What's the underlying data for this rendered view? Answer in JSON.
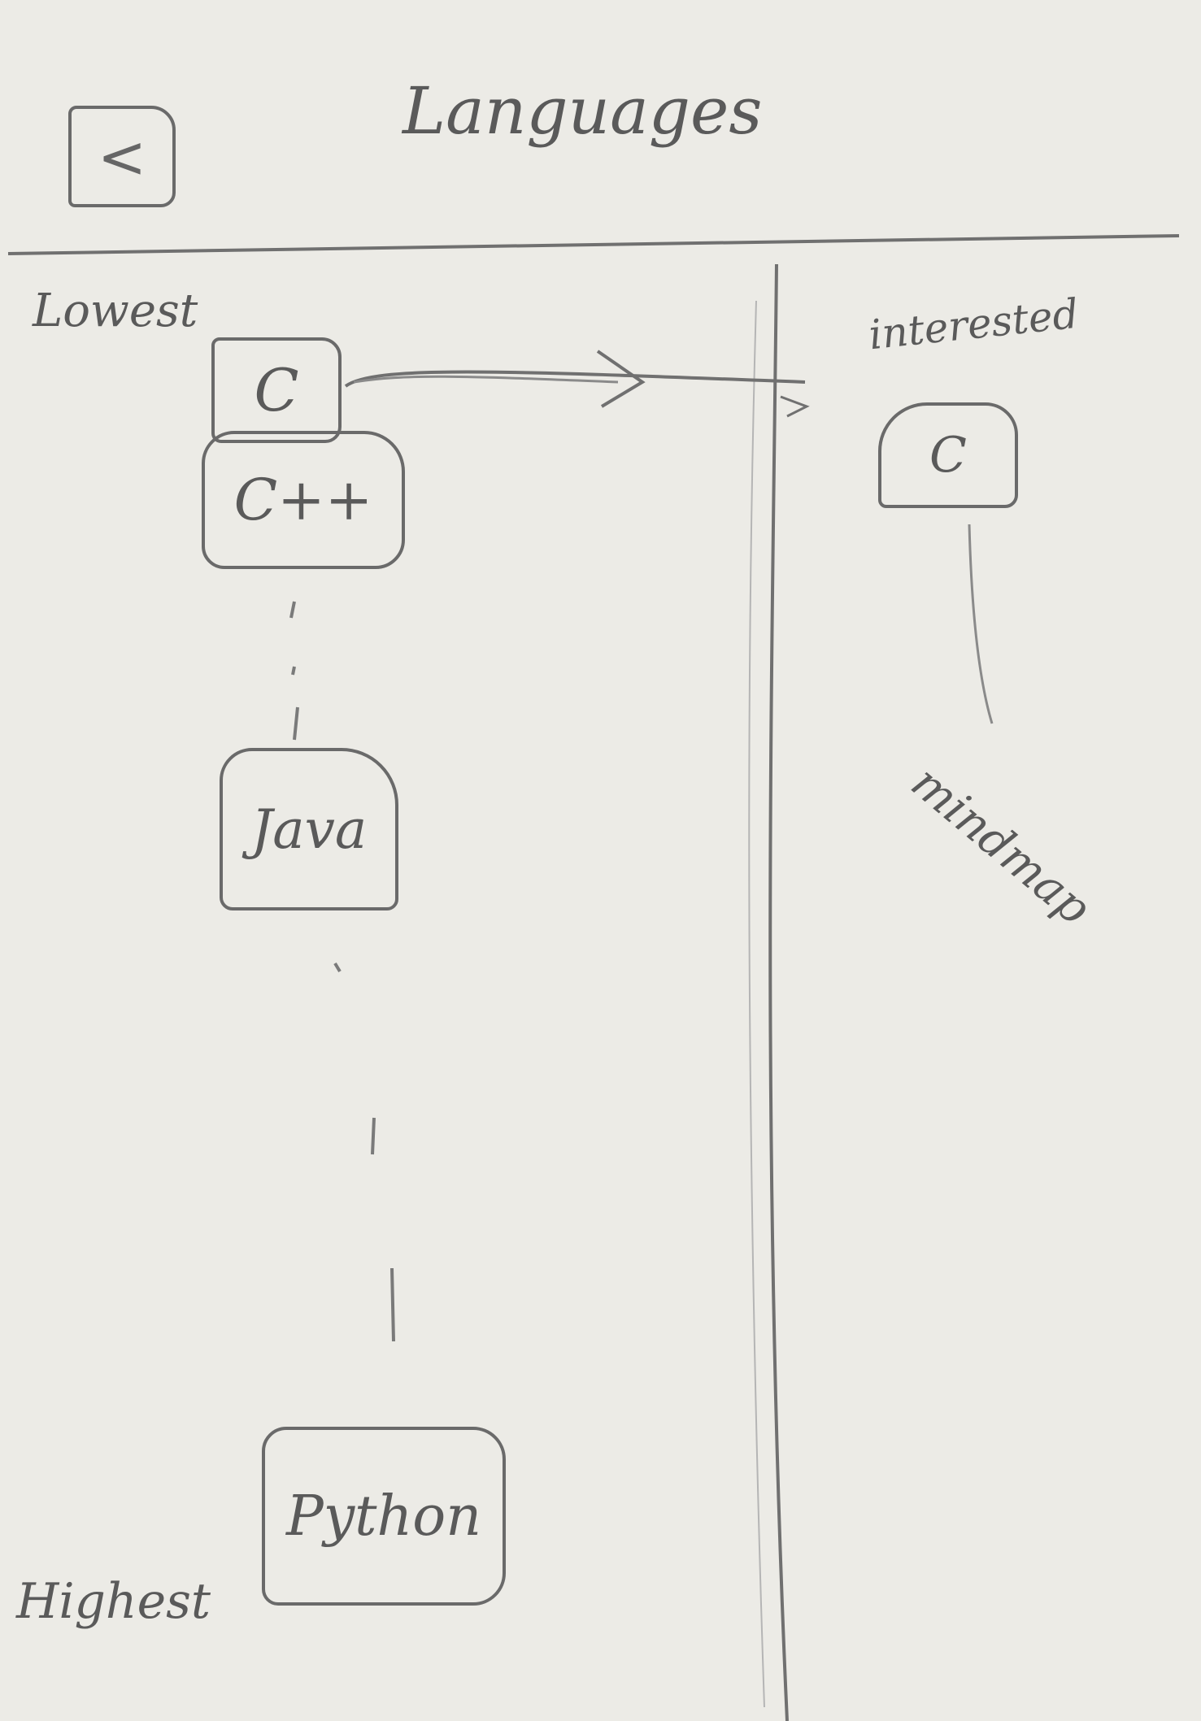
{
  "header": {
    "back_icon": "back-chevron-icon",
    "back_glyph": "<",
    "title": "Languages"
  },
  "left_panel": {
    "top_label": "Lowest",
    "bottom_label": "Highest",
    "items": [
      {
        "label": "C"
      },
      {
        "label": "C++"
      },
      {
        "label": "Java"
      },
      {
        "label": "Python"
      }
    ]
  },
  "right_panel": {
    "heading": "interested",
    "items": [
      {
        "label": "C"
      }
    ],
    "connector_label": "mindmap"
  },
  "colors": {
    "paper": "#ecebe6",
    "pencil": "#6a6a6a"
  }
}
